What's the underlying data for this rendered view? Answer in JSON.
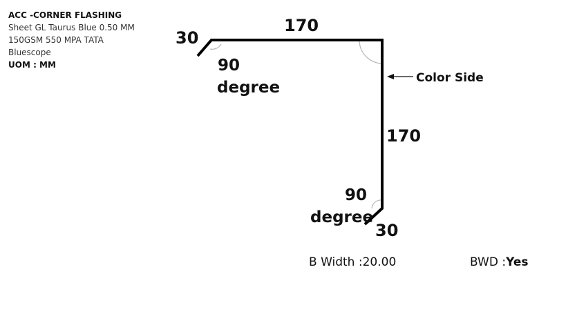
{
  "info": {
    "title": "ACC -CORNER FLASHING",
    "material": "Sheet GL Taurus Blue 0.50 MM",
    "spec": "150GSM 550 MPA TATA",
    "brand": "Bluescope",
    "uom_label": "UOM : MM"
  },
  "drawing": {
    "segments": [
      "30",
      "170",
      "170",
      "30"
    ],
    "angle_top": {
      "value": "90",
      "unit": "degree"
    },
    "angle_bottom": {
      "value": "90",
      "unit": "degree"
    },
    "color_side_label": "Color Side"
  },
  "footer": {
    "b_width_label": "B Width :",
    "b_width_value": "20.00",
    "bwd_label": "BWD :",
    "bwd_value": "Yes"
  },
  "colors": {
    "line": "#000000",
    "arc": "#b5b5b5",
    "text": "#111111"
  }
}
